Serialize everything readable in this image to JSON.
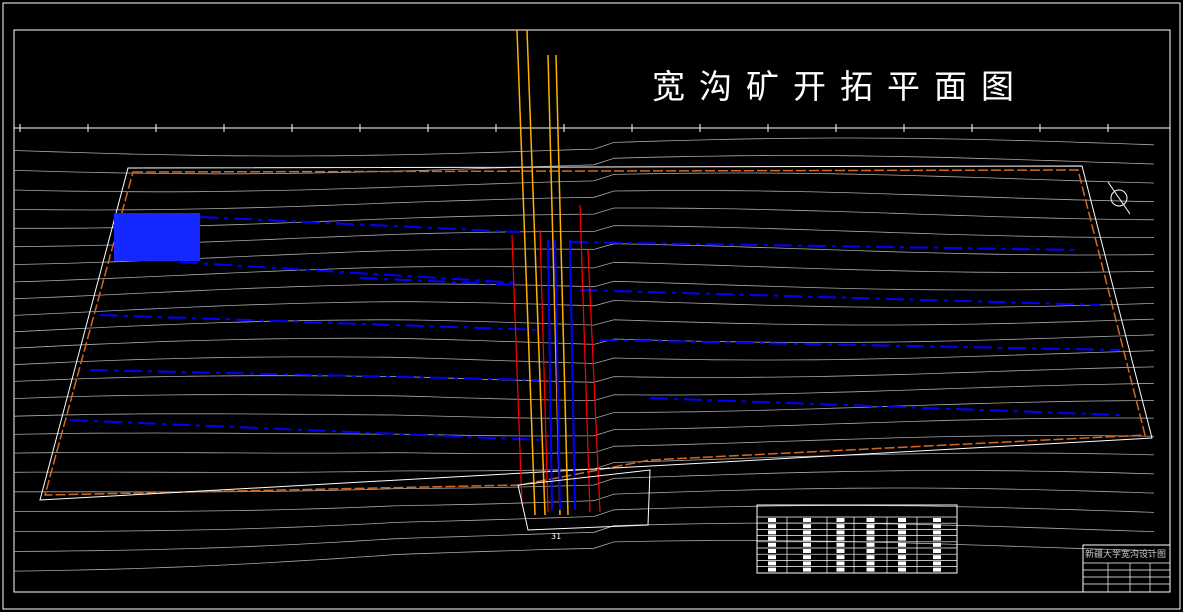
{
  "drawing": {
    "title": "宽沟矿开拓平面图",
    "title_block_name": "新疆大学宽沟设计图",
    "shaft_label": "31",
    "colors": {
      "background": "#000000",
      "contours": "#c8c8c8",
      "boundary": "#d2691e",
      "seams": "#0000ff",
      "shafts": "#ffb000",
      "faults": "#ff0000",
      "frame": "#ffffff"
    },
    "legend_table": {
      "rows": 9,
      "columns": 6
    }
  }
}
